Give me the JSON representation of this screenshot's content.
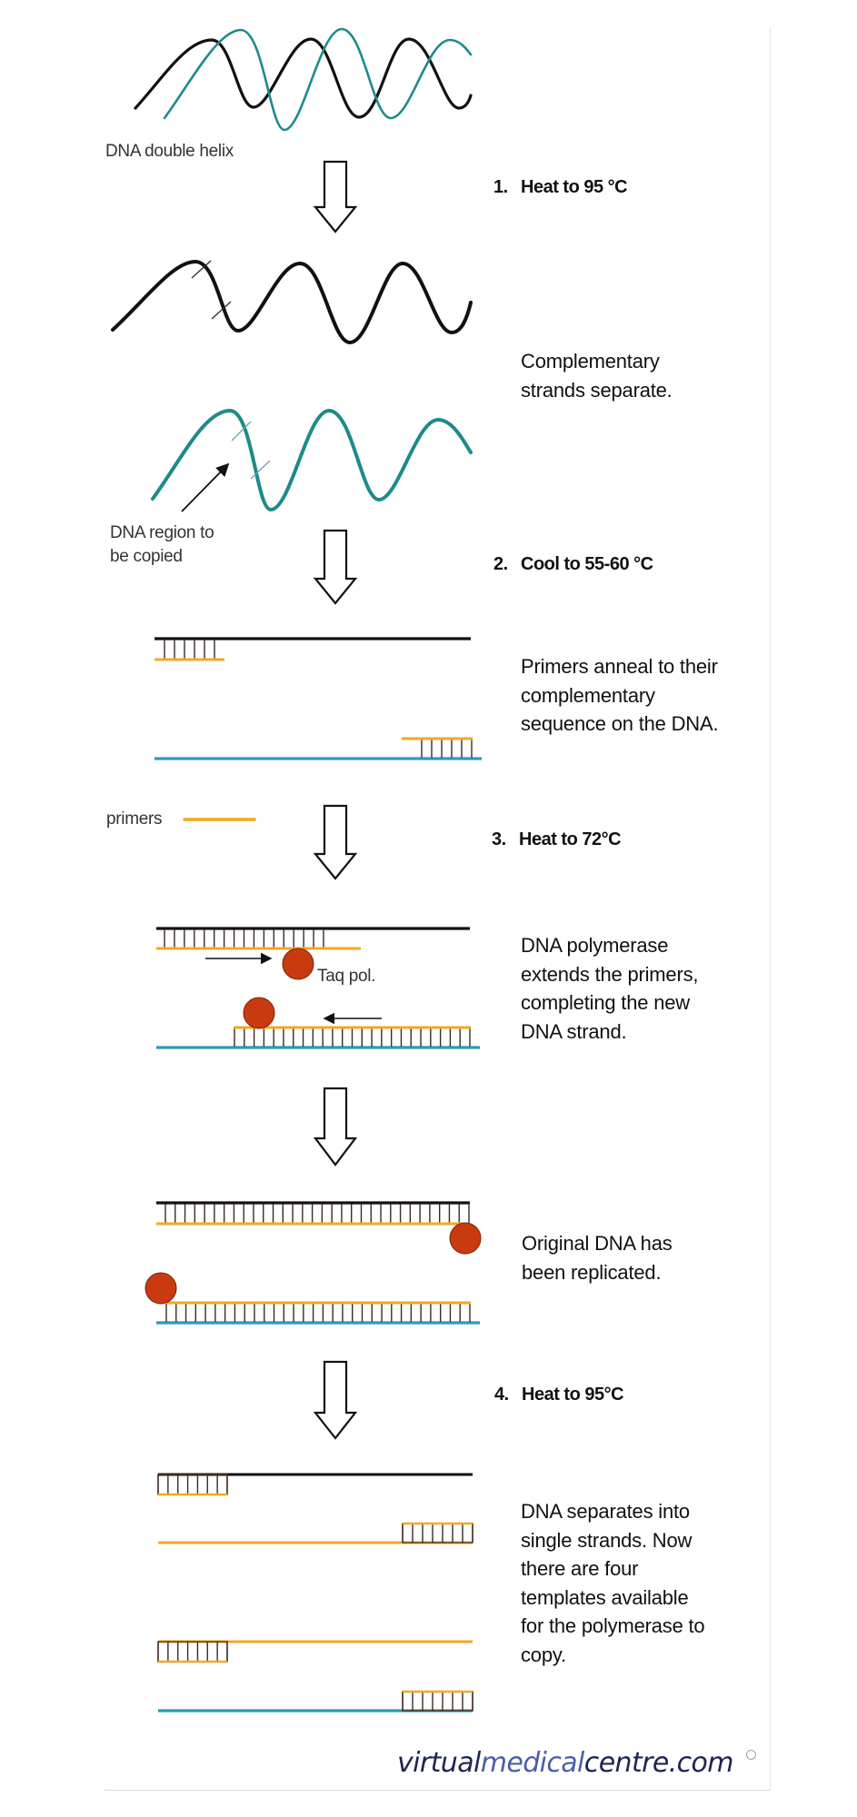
{
  "colors": {
    "strand_black": "#111111",
    "strand_teal": "#1f8a8a",
    "strand_blue": "#2a9bb5",
    "primer_orange": "#f2a922",
    "polymerase_red": "#c93a10",
    "logo_dark": "#1d2552",
    "logo_blue": "#4b5fa8"
  },
  "labels": {
    "double_helix": "DNA double helix",
    "region_line1": "DNA region to",
    "region_line2": "be copied",
    "primers": "primers",
    "taq": "Taq pol."
  },
  "steps": [
    {
      "num": "1.",
      "text": "Heat to 95 °C",
      "description": "Complementary\nstrands separate."
    },
    {
      "num": "2.",
      "text": "Cool to 55-60 °C",
      "description": "Primers anneal to their\ncomplementary\nsequence on the DNA."
    },
    {
      "num": "3.",
      "text": "Heat to 72°C",
      "description": "DNA polymerase\nextends the primers,\ncompleting the new\nDNA strand."
    },
    {
      "num": "",
      "text": "",
      "description": "Original DNA has\nbeen replicated."
    },
    {
      "num": "4.",
      "text": "Heat  to 95°C",
      "description": "DNA separates into\nsingle strands. Now\nthere are four\ntemplates available\nfor the polymerase to\ncopy."
    }
  ],
  "logo": {
    "part1": "virtual",
    "part2": "medical",
    "part3": "centre.com"
  }
}
